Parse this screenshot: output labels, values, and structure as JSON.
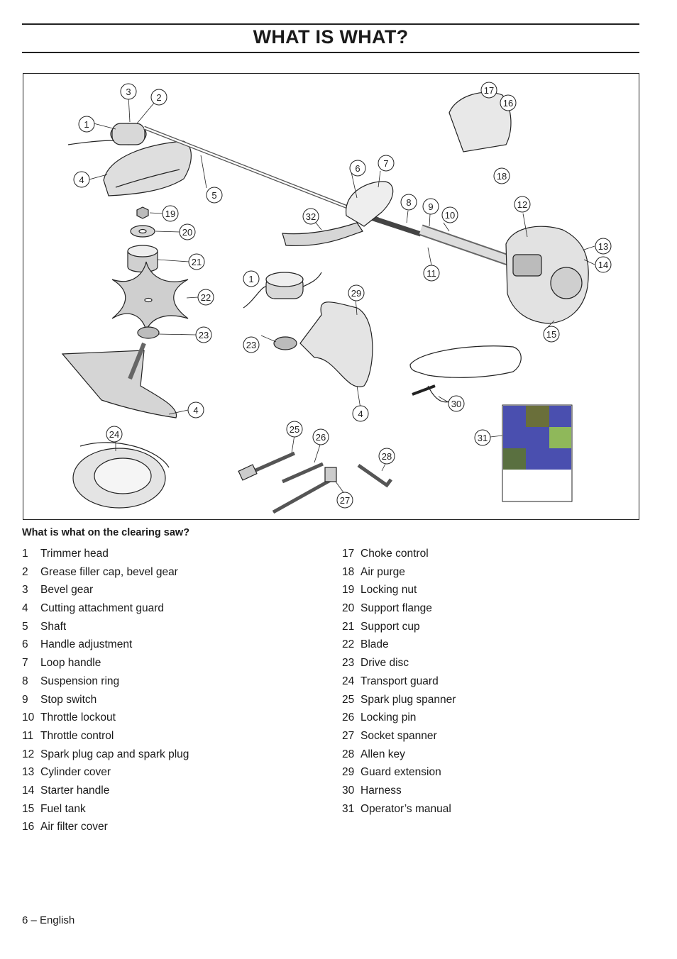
{
  "page": {
    "title": "WHAT IS WHAT?",
    "footer": "6 – English"
  },
  "figure": {
    "callouts": [
      "1",
      "2",
      "3",
      "4",
      "5",
      "6",
      "7",
      "8",
      "9",
      "10",
      "11",
      "12",
      "13",
      "14",
      "15",
      "16",
      "17",
      "18",
      "19",
      "20",
      "21",
      "22",
      "23",
      "24",
      "25",
      "26",
      "27",
      "28",
      "29",
      "30",
      "31",
      "32"
    ],
    "manual_colors": [
      "#4a4faf",
      "#6a6f3a",
      "#3d8a3d",
      "#8fb85a",
      "#5a7040"
    ]
  },
  "section": {
    "heading": "What is what on the clearing saw?",
    "left_items": [
      {
        "num": "1",
        "label": "Trimmer head"
      },
      {
        "num": "2",
        "label": "Grease filler cap, bevel gear"
      },
      {
        "num": "3",
        "label": "Bevel gear"
      },
      {
        "num": "4",
        "label": "Cutting attachment guard"
      },
      {
        "num": "5",
        "label": "Shaft"
      },
      {
        "num": "6",
        "label": "Handle adjustment"
      },
      {
        "num": "7",
        "label": "Loop handle"
      },
      {
        "num": "8",
        "label": "Suspension ring"
      },
      {
        "num": "9",
        "label": "Stop switch"
      },
      {
        "num": "10",
        "label": "Throttle lockout"
      },
      {
        "num": "11",
        "label": "Throttle control"
      },
      {
        "num": "12",
        "label": "Spark plug cap and spark plug"
      },
      {
        "num": "13",
        "label": "Cylinder cover"
      },
      {
        "num": "14",
        "label": "Starter handle"
      },
      {
        "num": "15",
        "label": "Fuel tank"
      },
      {
        "num": "16",
        "label": "Air filter cover"
      }
    ],
    "right_items": [
      {
        "num": "17",
        "label": "Choke control"
      },
      {
        "num": "18",
        "label": "Air purge"
      },
      {
        "num": "19",
        "label": "Locking nut"
      },
      {
        "num": "20",
        "label": "Support flange"
      },
      {
        "num": "21",
        "label": "Support cup"
      },
      {
        "num": "22",
        "label": "Blade"
      },
      {
        "num": "23",
        "label": "Drive disc"
      },
      {
        "num": "24",
        "label": "Transport guard"
      },
      {
        "num": "25",
        "label": "Spark plug spanner"
      },
      {
        "num": "26",
        "label": "Locking pin"
      },
      {
        "num": "27",
        "label": "Socket spanner"
      },
      {
        "num": "28",
        "label": "Allen key"
      },
      {
        "num": "29",
        "label": "Guard extension"
      },
      {
        "num": "30",
        "label": "Harness"
      },
      {
        "num": "31",
        "label": "Operator’s manual"
      }
    ]
  }
}
